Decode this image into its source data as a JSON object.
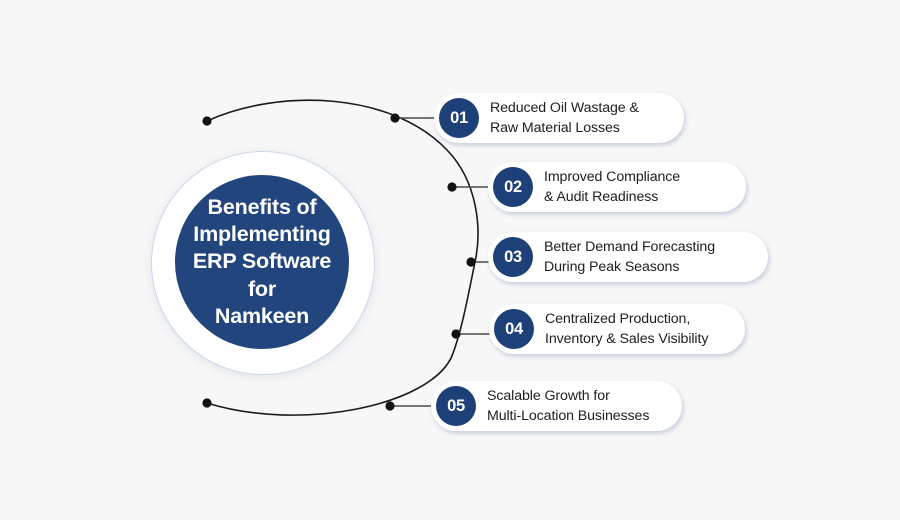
{
  "theme": {
    "background": "#f7f7f7",
    "navy": "#22457e",
    "badge_navy": "#1e4079",
    "text_dark": "#202020",
    "pill_white": "#ffffff",
    "connector_line": "#1a1a1a",
    "stub_line": "#555555",
    "ring_outline": "#ccd6e8"
  },
  "center": {
    "title": "Benefits of\nImplementing\nERP Software\nfor\nNamkeen"
  },
  "items": [
    {
      "number": "01",
      "text": "Reduced Oil Wastage &\nRaw Material Losses"
    },
    {
      "number": "02",
      "text": "Improved Compliance\n& Audit Readiness"
    },
    {
      "number": "03",
      "text": "Better Demand Forecasting\nDuring Peak Seasons"
    },
    {
      "number": "04",
      "text": "Centralized Production,\nInventory & Sales Visibility"
    },
    {
      "number": "05",
      "text": "Scalable Growth for\nMulti-Location Businesses"
    }
  ]
}
